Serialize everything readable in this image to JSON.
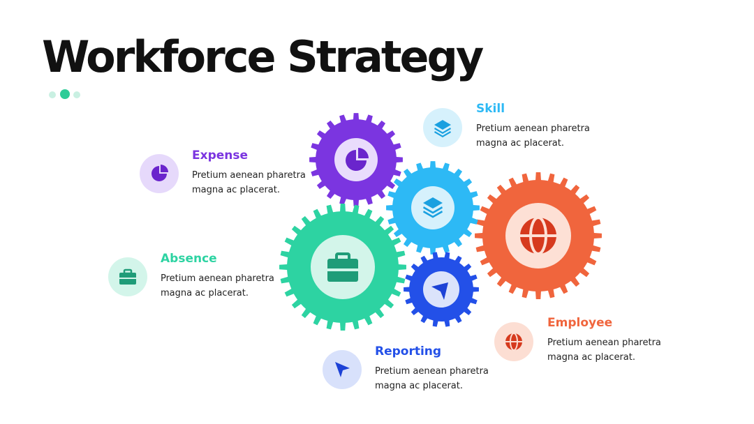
{
  "slide": {
    "title": "Workforce Strategy"
  },
  "colors": {
    "purple": "#7b35e0",
    "sky": "#2db9f5",
    "orange": "#f0653d",
    "green": "#2dd3a2",
    "blue": "#2350e8"
  },
  "items": {
    "expense": {
      "title": "Expense",
      "desc_line1": "Pretium aenean pharetra",
      "desc_line2": "magna ac placerat.",
      "icon": "pie-chart-icon",
      "color": "#7b35e0"
    },
    "skill": {
      "title": "Skill",
      "desc_line1": "Pretium aenean pharetra",
      "desc_line2": "magna ac placerat.",
      "icon": "layers-icon",
      "color": "#2db9f5"
    },
    "absence": {
      "title": "Absence",
      "desc_line1": "Pretium aenean pharetra",
      "desc_line2": "magna ac placerat.",
      "icon": "briefcase-icon",
      "color": "#2dd3a2"
    },
    "employee": {
      "title": "Employee",
      "desc_line1": "Pretium aenean pharetra",
      "desc_line2": "magna ac placerat.",
      "icon": "globe-icon",
      "color": "#f0653d"
    },
    "reporting": {
      "title": "Reporting",
      "desc_line1": "Pretium aenean pharetra",
      "desc_line2": "magna ac placerat.",
      "icon": "navigation-arrow-icon",
      "color": "#2350e8"
    }
  }
}
